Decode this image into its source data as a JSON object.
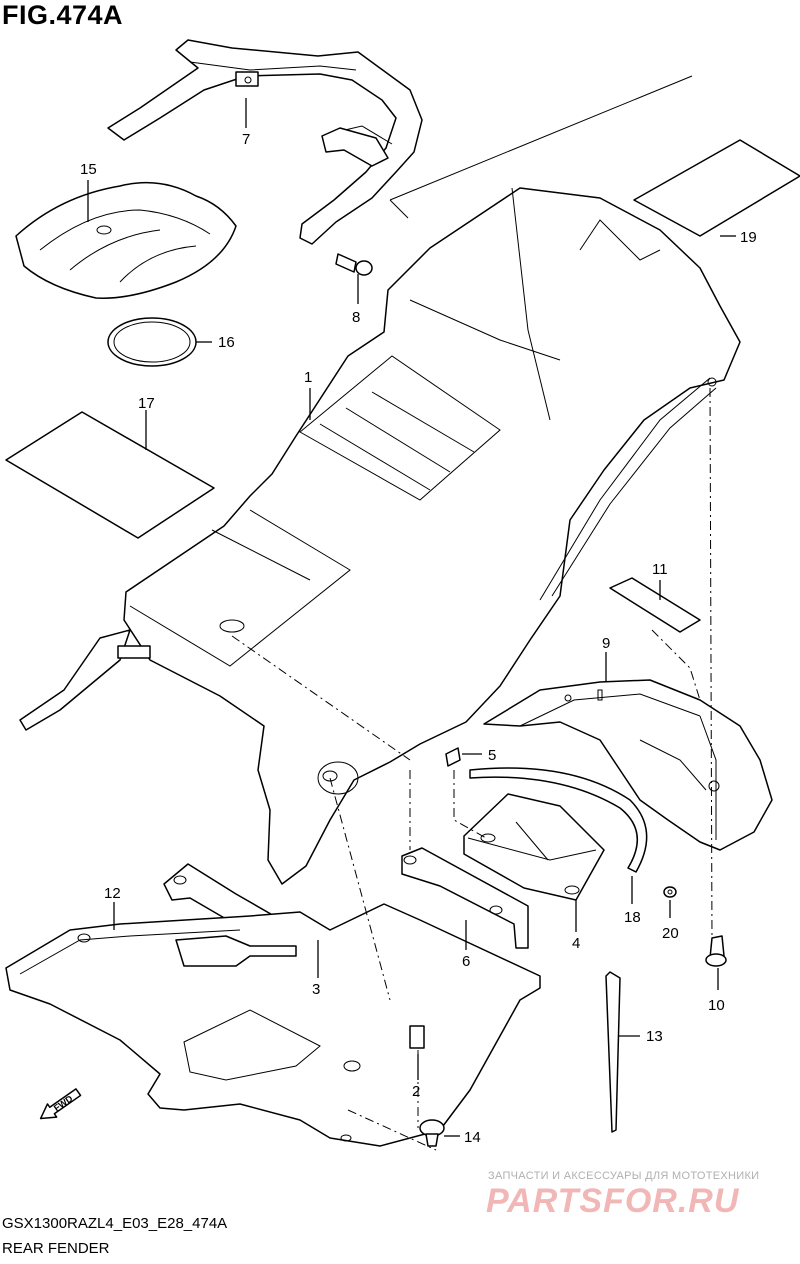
{
  "figure": {
    "title": "FIG.474A",
    "code": "GSX1300RAZL4_E03_E28_474A",
    "name": "REAR FENDER",
    "fwd_label": "FWD"
  },
  "callouts": [
    "1",
    "2",
    "3",
    "4",
    "5",
    "6",
    "7",
    "8",
    "9",
    "10",
    "11",
    "12",
    "13",
    "14",
    "15",
    "16",
    "17",
    "18",
    "19",
    "20"
  ],
  "watermark": {
    "tagline": "ЗАПЧАСТИ И АКСЕССУАРЫ ДЛЯ МОТОТЕХНИКИ",
    "logo": "PARTSFOR.RU"
  }
}
